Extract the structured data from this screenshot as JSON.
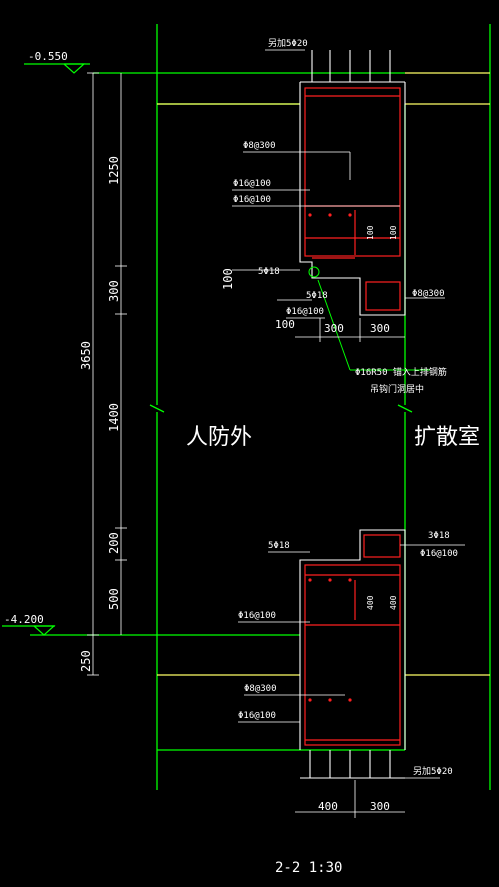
{
  "levels": {
    "top": "-0.550",
    "bottom": "-4.200"
  },
  "dimensions": {
    "total": "3650",
    "d1250": "1250",
    "d300": "300",
    "d1400": "1400",
    "d200": "200",
    "d500": "500",
    "d250": "250",
    "d100_left": "100",
    "top_b100": "100",
    "top_b300a": "300",
    "top_b300b": "300",
    "bot_400": "400",
    "bot_300": "300"
  },
  "annotations": {
    "top_extra": "另加5Φ20",
    "top_phi8": "Φ8@300",
    "top_phi16_a": "Φ16@100",
    "top_phi16_b": "Φ16@100",
    "top_5phi18": "5Φ18",
    "top_5phi18b": "5Φ18",
    "top_phi16_c": "Φ16@100",
    "top_phi8_r": "Φ8@300",
    "top_hook_1": "Φ16R50 锚入上排钢筋",
    "top_hook_2": "吊钩门洞居中",
    "top_inner_1": "100",
    "top_inner_2": "100",
    "bot_3phi18": "3Φ18",
    "bot_phi16_r": "Φ16@100",
    "bot_5phi18": "5Φ18",
    "bot_phi16_a": "Φ16@100",
    "bot_phi8": "Φ8@300",
    "bot_phi16_b": "Φ16@100",
    "bot_extra": "另加5Φ20",
    "bot_inner_1": "400",
    "bot_inner_2": "400"
  },
  "regions": {
    "left": "人防外",
    "right": "扩散室"
  },
  "caption": "2-2    1:30",
  "colors": {
    "green": "#00ff00",
    "yellow": "#ffff66",
    "red": "#ff2020",
    "white": "#ffffff",
    "cyan": "#40e0ff",
    "magenta": "#ff40ff"
  }
}
